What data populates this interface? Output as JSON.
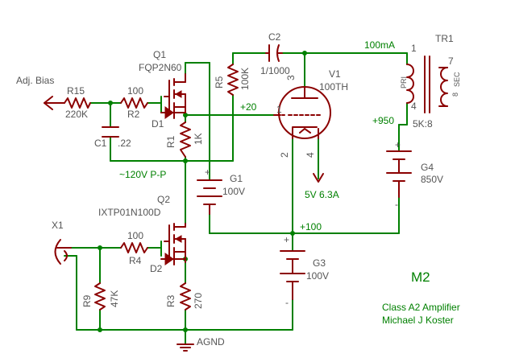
{
  "labels": {
    "adj_bias": "Adj. Bias",
    "r15_name": "R15",
    "r15_value": "220K",
    "r2_name": "R2",
    "r2_value": "100",
    "c1_name": "C1",
    "c1_value": ".22",
    "q1_name": "Q1",
    "q1_part": "FQP2N60",
    "d1_name": "D1",
    "r1_name": "R1",
    "r1_value": "1K",
    "r5_name": "R5",
    "r5_value": "100K",
    "c2_name": "C2",
    "c2_value": "1/1000",
    "v1_name": "V1",
    "v1_part": "100TH",
    "pin1": "1",
    "pin2": "2",
    "pin3": "3",
    "pin4": "4",
    "plus20": "+20",
    "current_100ma": "100mA",
    "tr1_name": "TR1",
    "tr1_pri": "PRI",
    "tr1_sec": "SEC",
    "tr1_ratio": "5K:8",
    "tr_pin1": "1",
    "tr_pin4": "4",
    "tr_pin7": "7",
    "tr_pin8": "8",
    "plus950": "+950",
    "g4_name": "G4",
    "g4_value": "850V",
    "heater": "5V 6.3A",
    "vpp": "~120V P-P",
    "g1_name": "G1",
    "g1_value": "100V",
    "q2_name": "Q2",
    "q2_part": "IXTP01N100D",
    "plus100": "+100",
    "x1_name": "X1",
    "r4_name": "R4",
    "r4_value": "100",
    "d2_name": "D2",
    "r9_name": "R9",
    "r9_value": "47K",
    "r3_name": "R3",
    "r3_value": "270",
    "g3_name": "G3",
    "g3_value": "100V",
    "agnd": "AGND",
    "plus": "+",
    "minus": "-",
    "title": "M2",
    "subtitle_line1": "Class A2 Amplifier",
    "subtitle_line2": "Michael J Koster"
  },
  "colors": {
    "wire": "#008000",
    "component": "#8b0000",
    "text": "#555555"
  }
}
